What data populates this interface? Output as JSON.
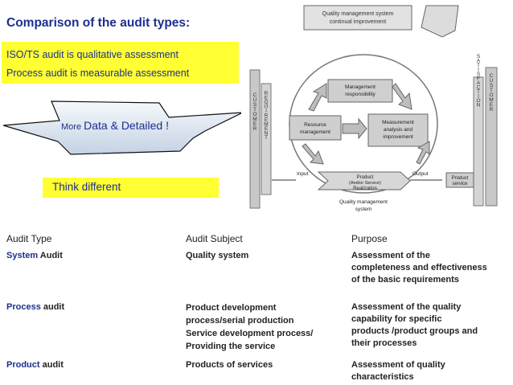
{
  "slide": {
    "title": "Comparison of the audit types:",
    "yellow_lines": [
      "ISO/TS audit is qualitative assessment",
      "Process audit is measurable assessment"
    ],
    "callout": {
      "small": "More ",
      "big": "Data & Detailed !"
    },
    "think": "Think different"
  },
  "diagram": {
    "top": [
      "Quality management system",
      "continual improvement"
    ],
    "customer_left": "CUSTOMER",
    "requirement": "REQUIREMENT",
    "satisfaction": "SATISFACTION",
    "customer_right": "CUSTOMER",
    "management": [
      "Management",
      "responsibility"
    ],
    "resource": [
      "Resource",
      "management"
    ],
    "measurement": [
      "Measurement",
      "analysis and",
      "improvement"
    ],
    "input": "Input",
    "product": [
      "Product",
      "(And/or Service)",
      "Realization"
    ],
    "output": "Output",
    "product_service": [
      "Product",
      "service"
    ],
    "qms": [
      "Quality management",
      "system"
    ]
  },
  "table": {
    "headers": [
      "Audit Type",
      "Audit Subject",
      "Purpose"
    ],
    "rows": [
      {
        "type_blue": "System",
        "type_rest": " Audit",
        "subject": [
          "Quality system"
        ],
        "purpose": [
          "Assessment of the",
          "completeness and effectiveness",
          "of the basic requirements"
        ]
      },
      {
        "type_blue": "Process",
        "type_rest": " audit",
        "subject": [
          "Product development",
          "process/serial production",
          "Service development process/",
          "Providing the service"
        ],
        "purpose": [
          "Assessment of the quality",
          "capability for specific",
          "products /product groups and",
          "their processes"
        ]
      },
      {
        "type_blue": "Product",
        "type_rest": " audit",
        "subject": [
          "Products of services"
        ],
        "purpose": [
          "Assessment of quality",
          "characteristics"
        ]
      }
    ]
  }
}
